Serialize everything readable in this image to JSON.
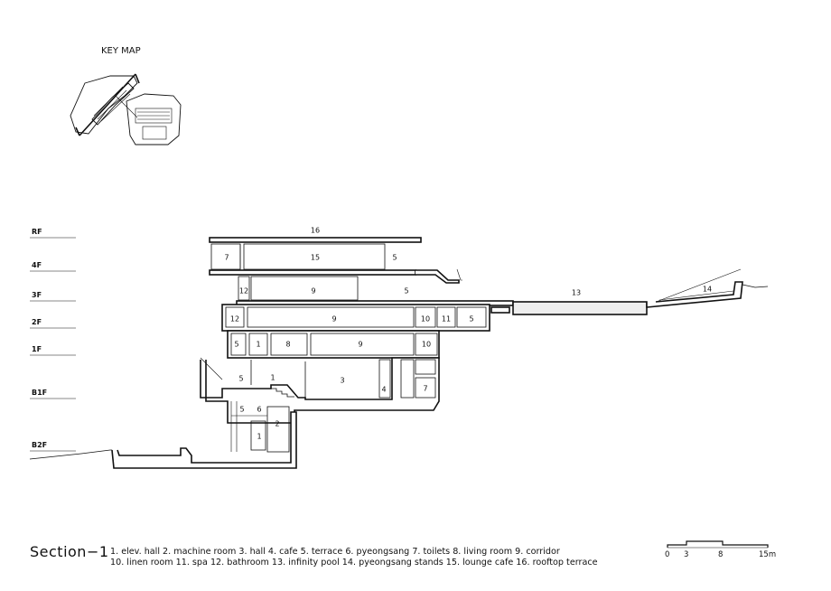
{
  "keymap": {
    "title": "KEY MAP"
  },
  "floors": [
    {
      "label": "RF"
    },
    {
      "label": "4F"
    },
    {
      "label": "3F"
    },
    {
      "label": "2F"
    },
    {
      "label": "1F"
    },
    {
      "label": "B1F"
    },
    {
      "label": "B2F"
    }
  ],
  "section": {
    "title": "Section−1",
    "legend_line1": "1. elev. hall  2. machine room  3. hall  4. cafe  5. terrace  6. pyeongsang  7. toilets  8. living room  9. corridor",
    "legend_line2": "10. linen room  11. spa  12. bathroom  13. infinity pool  14. pyeongsang stands 15. lounge cafe  16. rooftop terrace"
  },
  "scale": {
    "ticks": [
      "0",
      "3",
      "8",
      "15m"
    ]
  },
  "room_labels": [
    "16",
    "7",
    "15",
    "5",
    "12",
    "9",
    "5",
    "13",
    "14",
    "12",
    "9",
    "10",
    "11",
    "5",
    "5",
    "1",
    "8",
    "9",
    "10",
    "5",
    "1",
    "3",
    "4",
    "7",
    "5",
    "6",
    "2",
    "1"
  ]
}
